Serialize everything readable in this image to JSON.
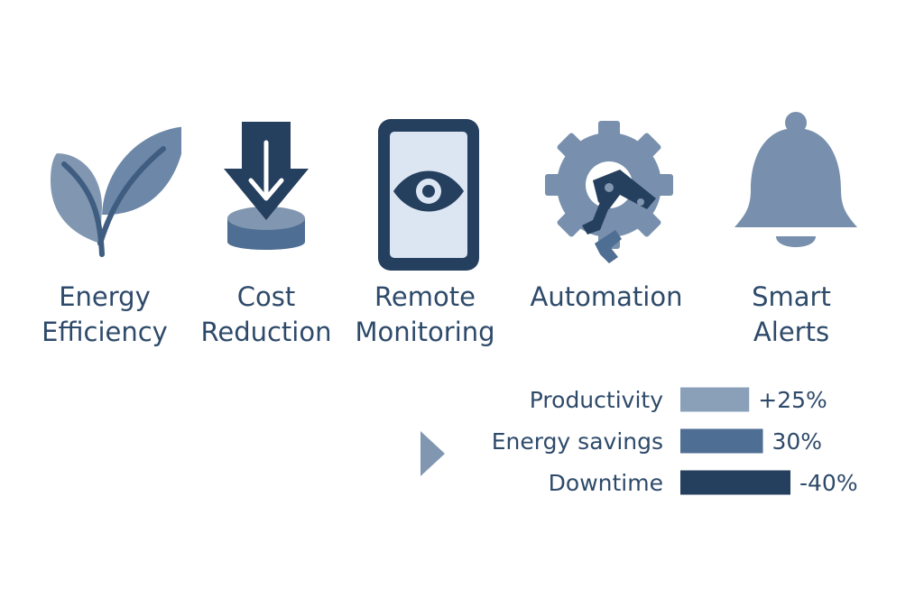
{
  "features": [
    {
      "label": "Energy\nEfficiency",
      "icon": "leaf-icon"
    },
    {
      "label": "Cost\nReduction",
      "icon": "cost-down-icon"
    },
    {
      "label": "Remote\nMonitoring",
      "icon": "tablet-eye-icon"
    },
    {
      "label": "Automation",
      "icon": "gear-robot-arm-icon"
    },
    {
      "label": "Smart\nAlerts",
      "icon": "bell-icon"
    }
  ],
  "colors": {
    "light": "#8197b1",
    "mid": "#4e6e93",
    "dark": "#253f5e",
    "screen": "#dce6f3",
    "text": "#2e4a6a"
  },
  "chart_data": {
    "type": "bar",
    "orientation": "horizontal",
    "categories": [
      "Productivity",
      "Energy savings",
      "Downtime"
    ],
    "values": [
      25,
      30,
      -40
    ],
    "value_labels": [
      "+25%",
      "30%",
      "-40%"
    ],
    "colors": [
      "#8aa0b9",
      "#4e6e93",
      "#253f5e"
    ]
  }
}
